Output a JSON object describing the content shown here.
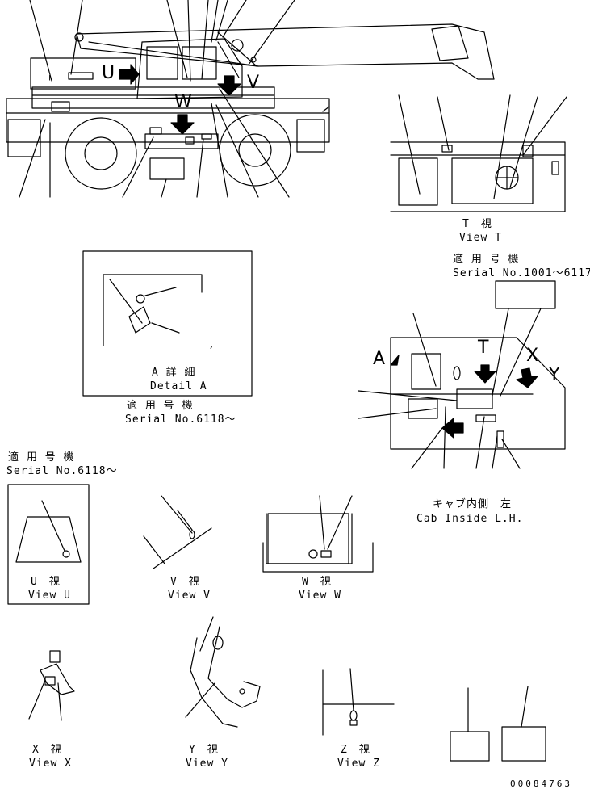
{
  "view_letters": {
    "u": "U",
    "v": "V",
    "w": "W",
    "t": "T",
    "a": "A",
    "x": "X",
    "y": "Y"
  },
  "view_t": {
    "jp": "T　視",
    "en": "View T"
  },
  "cab_serial": {
    "jp": "適 用 号 機",
    "en": "Serial No.1001～6117"
  },
  "detail_a": {
    "jp": "A 詳 細",
    "en": "Detail A",
    "mark": ","
  },
  "detail_a_serial": {
    "jp": "適 用 号 機",
    "en": "Serial No.6118～"
  },
  "view_u_serial": {
    "jp": "適 用 号 機",
    "en": "Serial No.6118～"
  },
  "cab_inside": {
    "jp": "キャブ内側　左",
    "en": "Cab Inside L.H."
  },
  "view_u": {
    "jp": "U　視",
    "en": "View U"
  },
  "view_v": {
    "jp": "V　視",
    "en": "View V"
  },
  "view_w": {
    "jp": "W　視",
    "en": "View W"
  },
  "view_x": {
    "jp": "X　視",
    "en": "View X"
  },
  "view_y": {
    "jp": "Y　視",
    "en": "View Y"
  },
  "view_z": {
    "jp": "Z　視",
    "en": "View Z"
  },
  "drawing_number": "00084763",
  "colors": {
    "line": "#000000",
    "background": "#ffffff"
  }
}
